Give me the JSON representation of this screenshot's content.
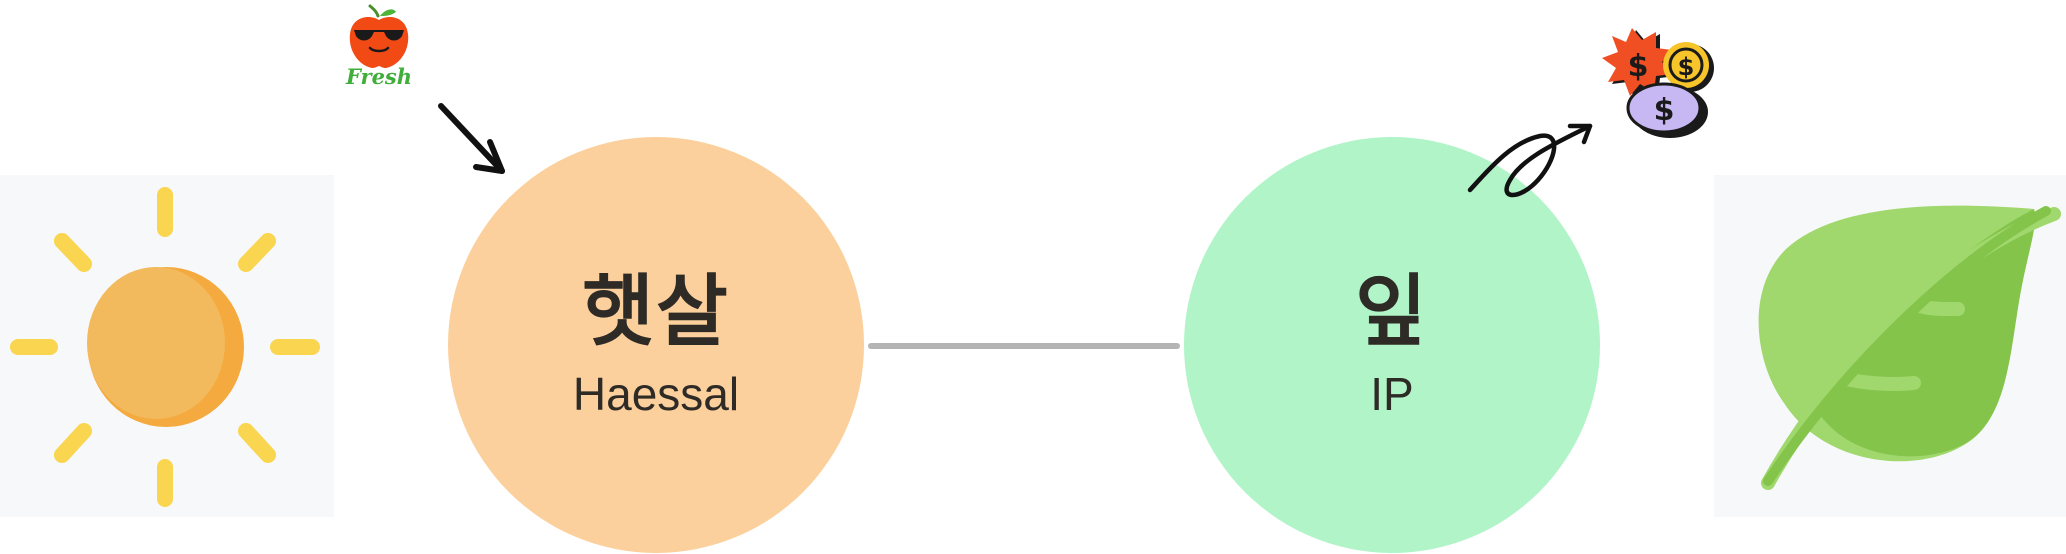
{
  "nodes": {
    "left": {
      "title_ko": "햇살",
      "title_en": "Haessal",
      "color": "#fbd09c"
    },
    "right": {
      "title_ko": "잎",
      "title_en": "IP",
      "color": "#b0f4c8"
    }
  },
  "connector": {
    "color": "#b4b4b4"
  },
  "cards": {
    "left_icon": "sun-icon",
    "right_icon": "leaf-icon",
    "background": "#f7f8fa"
  },
  "stickers": {
    "fresh": {
      "icon": "apple-with-sunglasses-icon",
      "label": "Fresh"
    },
    "coins": {
      "icon": "dollar-coins-icon"
    }
  },
  "arrows": {
    "left": "straight-arrow-icon",
    "right": "loop-arrow-icon"
  }
}
